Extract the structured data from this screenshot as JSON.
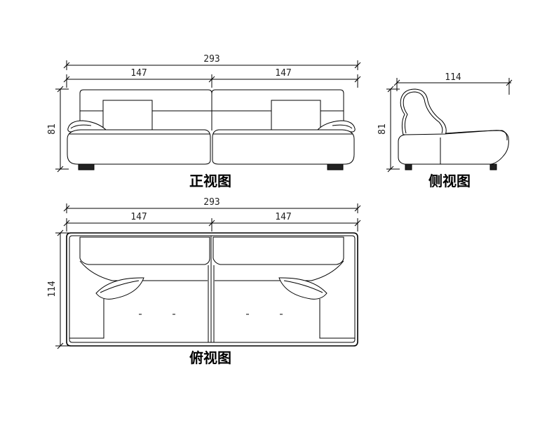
{
  "front_view": {
    "title": "正视图",
    "dim_total_width": "293",
    "dim_left_half": "147",
    "dim_right_half": "147",
    "dim_height": "81"
  },
  "side_view": {
    "title": "侧视图",
    "dim_depth": "114",
    "dim_height": "81"
  },
  "top_view": {
    "title": "俯视图",
    "dim_total_width": "293",
    "dim_left_half": "147",
    "dim_right_half": "147",
    "dim_depth": "114"
  }
}
